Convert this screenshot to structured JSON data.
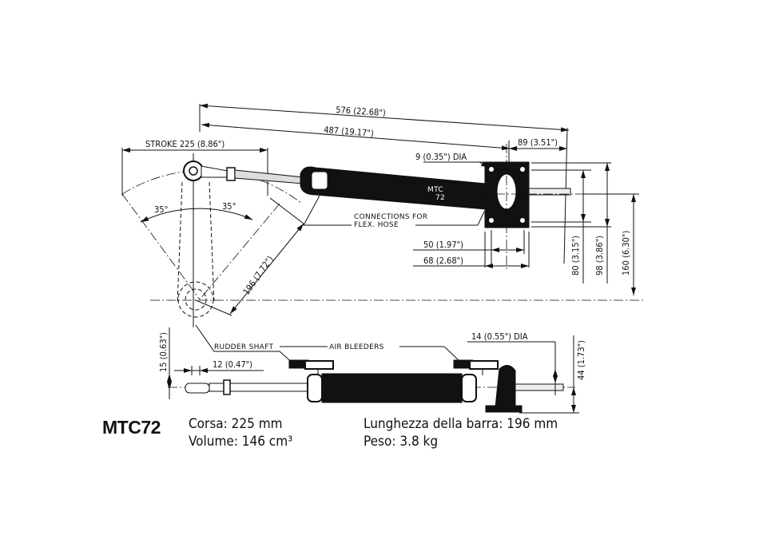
{
  "diagram": {
    "type": "engineering-drawing",
    "subject": "Hydraulic steering cylinder",
    "top_view": {
      "dimensions": {
        "overall_length": "576 (22.68\")",
        "center_length": "487 (19.17\")",
        "stroke": "STROKE 225 (8.86\")",
        "mount_offset": "89 (3.51\")",
        "hole_dia": "9 (0.35\") DIA",
        "angle_left": "35°",
        "angle_right": "35°",
        "tiller_length": "196 (7.72\")",
        "bracket_width_inner": "50 (1.97\")",
        "bracket_width_outer": "68 (2.68\")",
        "height_80": "80 (3.15\")",
        "height_98": "98 (3.86\")",
        "height_160": "160 (6.30\")"
      },
      "labels": {
        "connections": "CONNECTIONS FOR",
        "connections_2": "FLEX. HOSE",
        "cylinder_mark_1": "MTC",
        "cylinder_mark_2": "72"
      }
    },
    "side_view": {
      "dimensions": {
        "offset_15": "15 (0.63\")",
        "clevis_12": "12 (0.47\")",
        "pin_dia": "14 (0.55\") DIA",
        "height_44": "44 (1.73\")"
      },
      "labels": {
        "rudder_shaft": "RUDDER SHAFT",
        "air_bleeders": "AIR BLEEDERS"
      }
    }
  },
  "specs": {
    "model": "MTC72",
    "stroke": "Corsa: 225 mm",
    "volume": "Volume: 146 cm³",
    "tiller_length": "Lunghezza della barra: 196 mm",
    "weight": "Peso: 3.8 kg"
  }
}
